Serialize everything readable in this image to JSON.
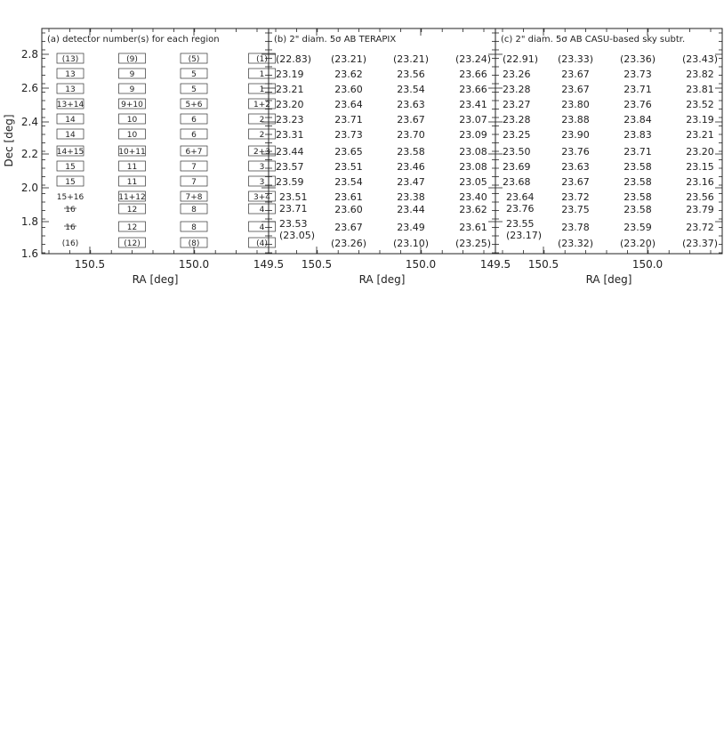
{
  "chart_data": {
    "type": "table",
    "x_axis": {
      "label": "RA [deg]",
      "ticks": [
        "150.5",
        "150.0",
        "149.5"
      ]
    },
    "y_axis": {
      "label": "Dec [deg]",
      "ticks": [
        "2.8",
        "2.6",
        "2.4",
        "2.2",
        "2.0",
        "1.8",
        "1.6"
      ]
    },
    "panels": [
      {
        "title": "(a) detector number(s) for each region",
        "x_ticks": [
          "150.5",
          "150.0",
          "149.5"
        ],
        "rows": [
          [
            "(13)",
            "(9)",
            "(5)",
            "(1)"
          ],
          [
            "13",
            "9",
            "5",
            "1"
          ],
          [
            "13",
            "9",
            "5",
            "1"
          ],
          [
            "13+14",
            "9+10",
            "5+6",
            "1+2"
          ],
          [
            "14",
            "10",
            "6",
            "2"
          ],
          [
            "14",
            "10",
            "6",
            "2"
          ],
          [
            "14+15",
            "10+11",
            "6+7",
            "2+3"
          ],
          [
            "15",
            "11",
            "7",
            "3"
          ],
          [
            "15",
            "11",
            "7",
            "3"
          ],
          [
            "15+16",
            "11+12",
            "7+8",
            "3+4"
          ],
          [
            "16",
            "12",
            "8",
            "4"
          ],
          [
            "16",
            "12",
            "8",
            "4"
          ],
          [
            "(16)",
            "(12)",
            "(8)",
            "(4)"
          ]
        ]
      },
      {
        "title": "(b) 2\" diam. 5σ AB TERAPIX",
        "x_ticks": [
          "150.5",
          "150.0",
          "149.5"
        ],
        "rows": [
          [
            "(22.83)",
            "(23.21)",
            "(23.21)",
            "(23.24)"
          ],
          [
            "23.19",
            "23.62",
            "23.56",
            "23.66"
          ],
          [
            "23.21",
            "23.60",
            "23.54",
            "23.66"
          ],
          [
            "23.20",
            "23.64",
            "23.63",
            "23.41"
          ],
          [
            "23.23",
            "23.71",
            "23.67",
            "23.07"
          ],
          [
            "23.31",
            "23.73",
            "23.70",
            "23.09"
          ],
          [
            "23.44",
            "23.65",
            "23.58",
            "23.08"
          ],
          [
            "23.57",
            "23.51",
            "23.46",
            "23.08"
          ],
          [
            "23.59",
            "23.54",
            "23.47",
            "23.05"
          ],
          [
            "23.51",
            "23.61",
            "23.38",
            "23.40"
          ],
          [
            "23.71",
            "23.60",
            "23.44",
            "23.62"
          ],
          [
            "23.53",
            "23.67",
            "23.49",
            "23.61"
          ],
          [
            "(23.05)",
            "(23.26)",
            "(23.10)",
            "(23.25)"
          ]
        ]
      },
      {
        "title": "(c) 2\" diam. 5σ AB CASU-based sky subtr.",
        "x_ticks": [
          "150.5",
          "150.0"
        ],
        "rows": [
          [
            "(22.91)",
            "(23.33)",
            "(23.36)",
            "(23.43)"
          ],
          [
            "23.26",
            "23.67",
            "23.73",
            "23.82"
          ],
          [
            "23.28",
            "23.67",
            "23.71",
            "23.81"
          ],
          [
            "23.27",
            "23.80",
            "23.76",
            "23.52"
          ],
          [
            "23.28",
            "23.88",
            "23.84",
            "23.19"
          ],
          [
            "23.25",
            "23.90",
            "23.83",
            "23.21"
          ],
          [
            "23.50",
            "23.76",
            "23.71",
            "23.20"
          ],
          [
            "23.69",
            "23.63",
            "23.58",
            "23.15"
          ],
          [
            "23.68",
            "23.67",
            "23.58",
            "23.16"
          ],
          [
            "23.64",
            "23.72",
            "23.58",
            "23.56"
          ],
          [
            "23.76",
            "23.75",
            "23.58",
            "23.79"
          ],
          [
            "23.55",
            "23.78",
            "23.59",
            "23.72"
          ],
          [
            "(23.17)",
            "(23.32)",
            "(23.20)",
            "(23.37)"
          ]
        ]
      }
    ]
  }
}
